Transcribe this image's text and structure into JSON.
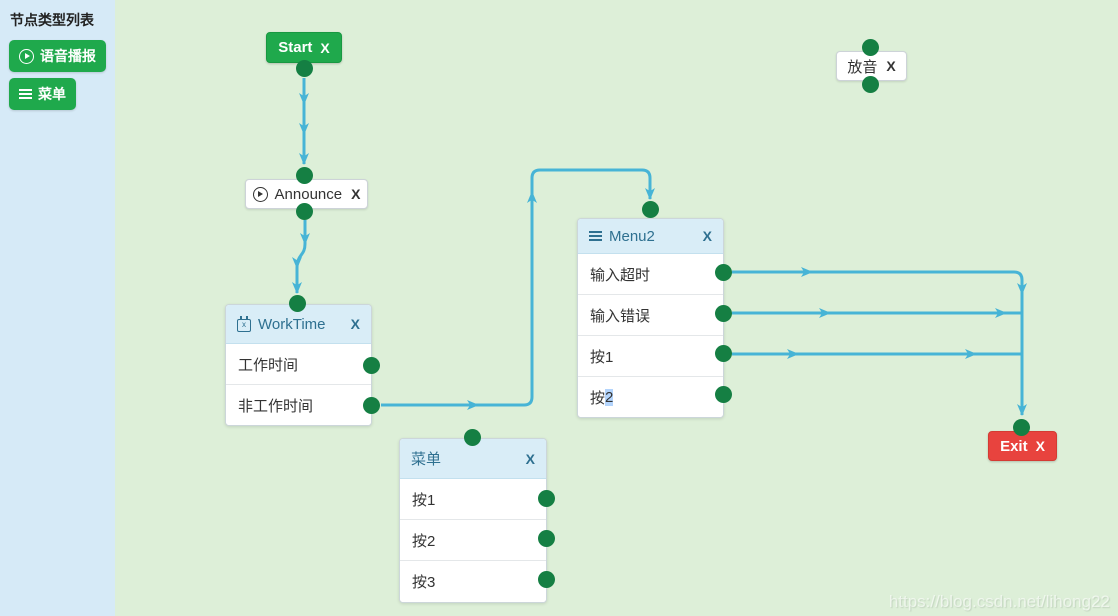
{
  "colors": {
    "canvas_bg": "#ddefd8",
    "sidebar_bg": "#d6eaf7",
    "node_header_bg": "#d9edf7",
    "node_header_text": "#2e7090",
    "connector": "#47b4d6",
    "endpoint_green": "#157f43",
    "button_green": "#1fa94c",
    "exit_red": "#e8433e",
    "selection_highlight": "#b3d4fc"
  },
  "sidebar": {
    "title": "节点类型列表",
    "buttons": [
      {
        "label": "语音播报",
        "icon": "play-circle-icon"
      },
      {
        "label": "菜单",
        "icon": "hamburger-icon"
      }
    ]
  },
  "nodes": {
    "start": {
      "label": "Start",
      "close": "X"
    },
    "announce": {
      "label": "Announce",
      "close": "X",
      "icon": "play-circle-icon"
    },
    "worktime": {
      "title": "WorkTime",
      "close": "X",
      "icon": "calendar-icon",
      "rows": [
        {
          "text": "工作时间"
        },
        {
          "text": "非工作时间"
        }
      ]
    },
    "menu2": {
      "title": "Menu2",
      "close": "X",
      "icon": "hamburger-icon",
      "rows": [
        {
          "text": "输入超时"
        },
        {
          "text": "输入错误"
        },
        {
          "text": "按1"
        },
        {
          "text": "按",
          "selected": "2"
        }
      ]
    },
    "menu": {
      "title": "菜单",
      "close": "X",
      "rows": [
        {
          "text": "按1"
        },
        {
          "text": "按2"
        },
        {
          "text": "按3"
        }
      ]
    },
    "playback": {
      "label": "放音",
      "close": "X"
    },
    "exit": {
      "label": "Exit",
      "close": "X"
    }
  },
  "watermark": "https://blog.csdn.net/lihong22"
}
